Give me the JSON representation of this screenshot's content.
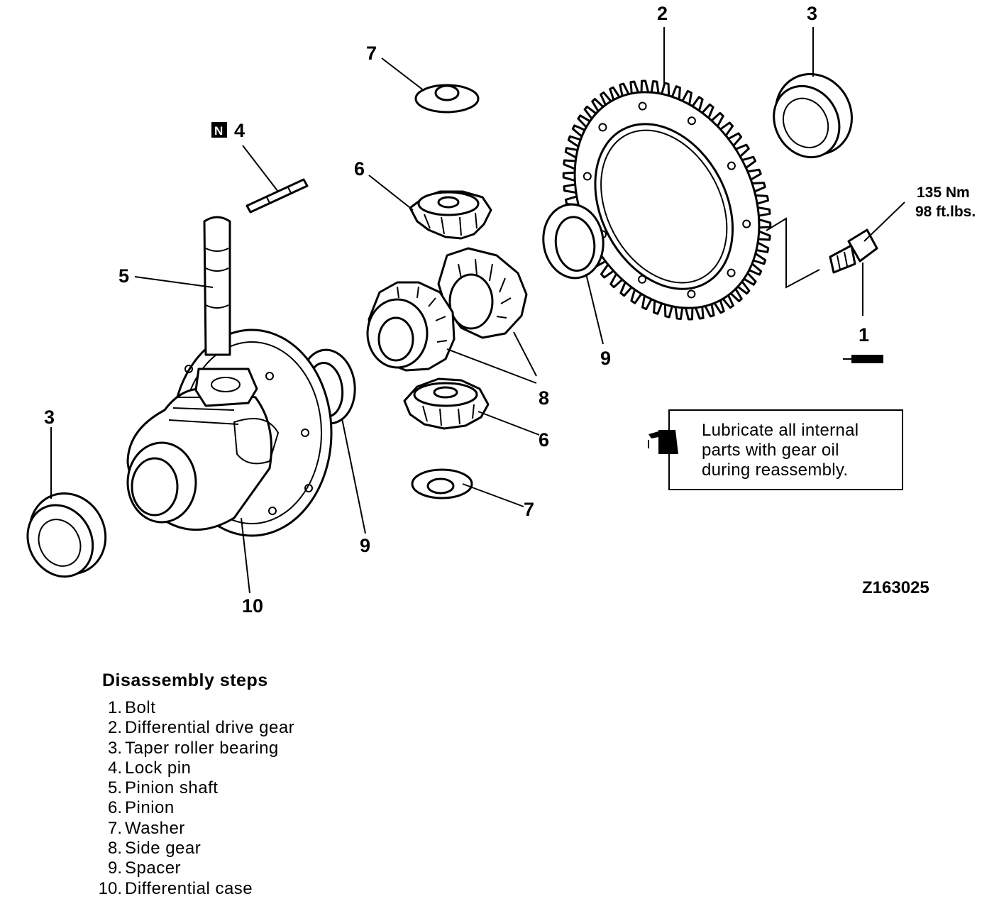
{
  "callouts": {
    "c2": "2",
    "c3_top": "3",
    "c7_top": "7",
    "c4": "4",
    "n_badge": "N",
    "c6_top": "6",
    "c5": "5",
    "c1": "1",
    "c9_right": "9",
    "c8": "8",
    "c6_bottom": "6",
    "c3_left": "3",
    "c7_bottom": "7",
    "c9_left": "9",
    "c10": "10"
  },
  "torque": {
    "metric": "135 Nm",
    "imperial": "98 ft.lbs."
  },
  "figure_id": "Z163025",
  "note": {
    "icon": "oil-can-icon",
    "lines": [
      "Lubricate all internal",
      "parts with gear oil",
      "during reassembly."
    ]
  },
  "steps": {
    "title": "Disassembly steps",
    "items": [
      {
        "num": "1.",
        "name": "Bolt"
      },
      {
        "num": "2.",
        "name": "Differential drive gear"
      },
      {
        "num": "3.",
        "name": "Taper roller bearing"
      },
      {
        "num": "4.",
        "name": "Lock pin"
      },
      {
        "num": "5.",
        "name": "Pinion shaft"
      },
      {
        "num": "6.",
        "name": "Pinion"
      },
      {
        "num": "7.",
        "name": "Washer"
      },
      {
        "num": "8.",
        "name": "Side gear"
      },
      {
        "num": "9.",
        "name": "Spacer"
      },
      {
        "num": "10.",
        "name": "Differential case"
      }
    ]
  }
}
